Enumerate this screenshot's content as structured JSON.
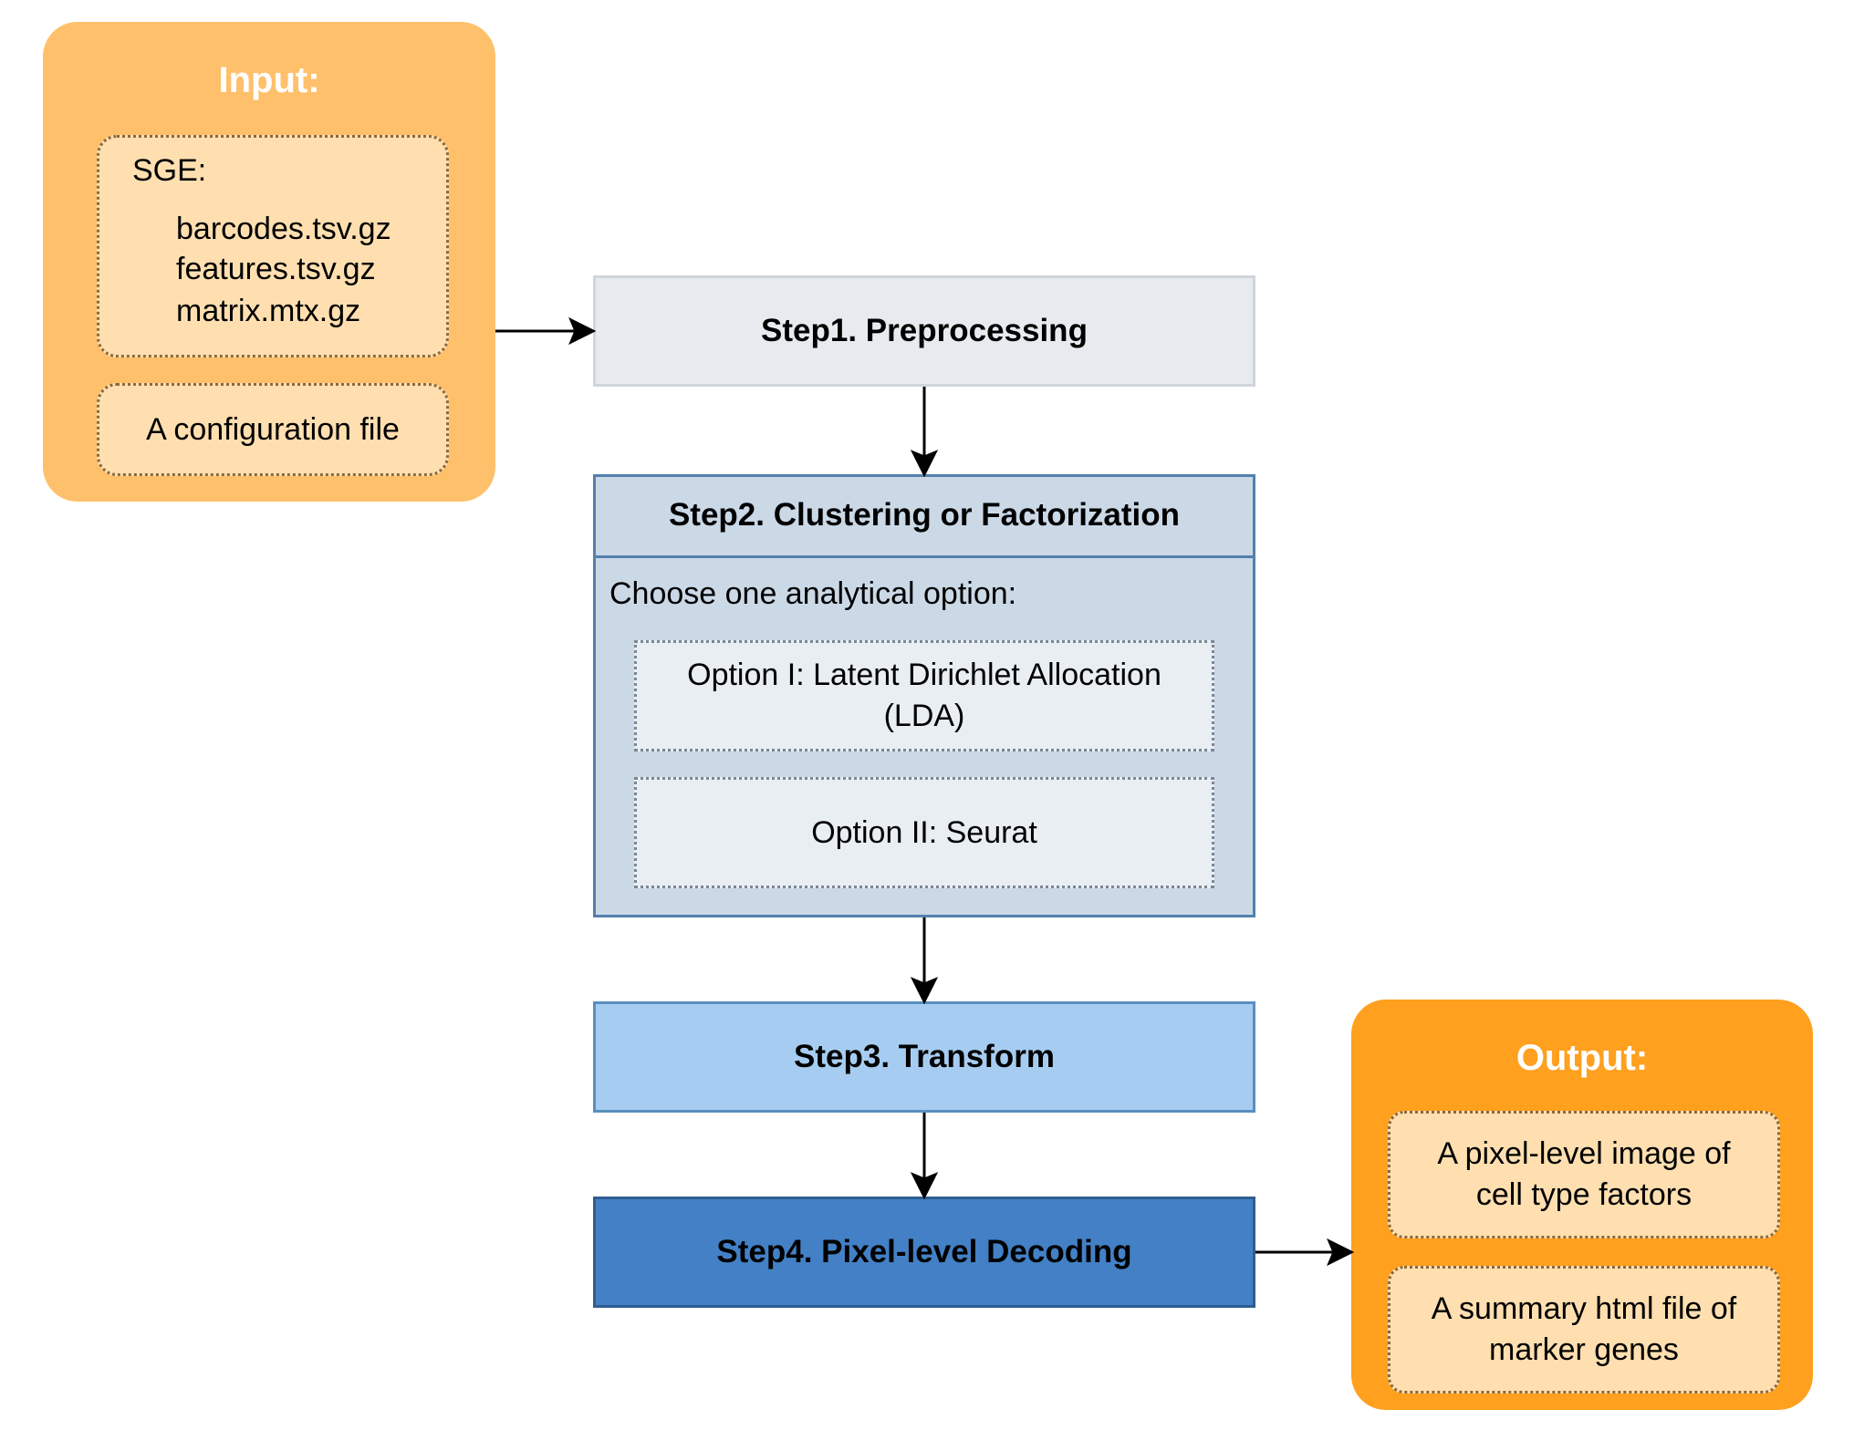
{
  "input": {
    "title": "Input:",
    "sge_label": "SGE:",
    "sge_files": [
      "barcodes.tsv.gz",
      "features.tsv.gz",
      "matrix.mtx.gz"
    ],
    "config": "A configuration file"
  },
  "steps": {
    "step1": "Step1. Preprocessing",
    "step2": {
      "title": "Step2. Clustering or Factorization",
      "prompt": "Choose one analytical option:",
      "option1_line1": "Option I: Latent Dirichlet Allocation",
      "option1_line2": "(LDA)",
      "option2": "Option II: Seurat"
    },
    "step3": "Step3. Transform",
    "step4": "Step4. Pixel-level Decoding"
  },
  "output": {
    "title": "Output:",
    "item1_line1": "A pixel-level image of",
    "item1_line2": "cell type factors",
    "item2_line1": "A summary html file of",
    "item2_line2": "marker genes"
  },
  "colors": {
    "input_panel": "#ffc06b",
    "output_panel": "#ffa01f",
    "step1": "#e7ebef",
    "step2": "#cbd8e6",
    "step3": "#a6cdf1",
    "step4": "#4380c5"
  }
}
